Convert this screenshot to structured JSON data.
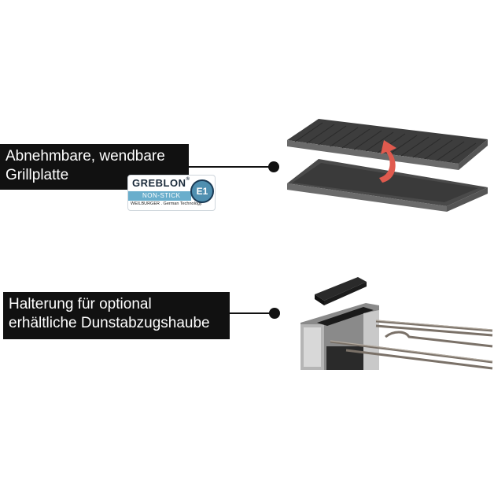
{
  "callouts": [
    {
      "lines": [
        "Abnehmbare, wendbare",
        "Grillplatte"
      ]
    },
    {
      "lines": [
        "Halterung für optional",
        "erhältliche Dunstabzugshaube"
      ]
    }
  ],
  "badge": {
    "brand": "GREBLON",
    "registered": "®",
    "coating": "NON-STICK",
    "grade": "E1",
    "maker": "WEILBURGER . German Technology"
  },
  "colors": {
    "label_bg": "#111111",
    "label_text": "#ffffff",
    "badge_accent": "#6aaecc",
    "arrow": "#e05a4e"
  }
}
